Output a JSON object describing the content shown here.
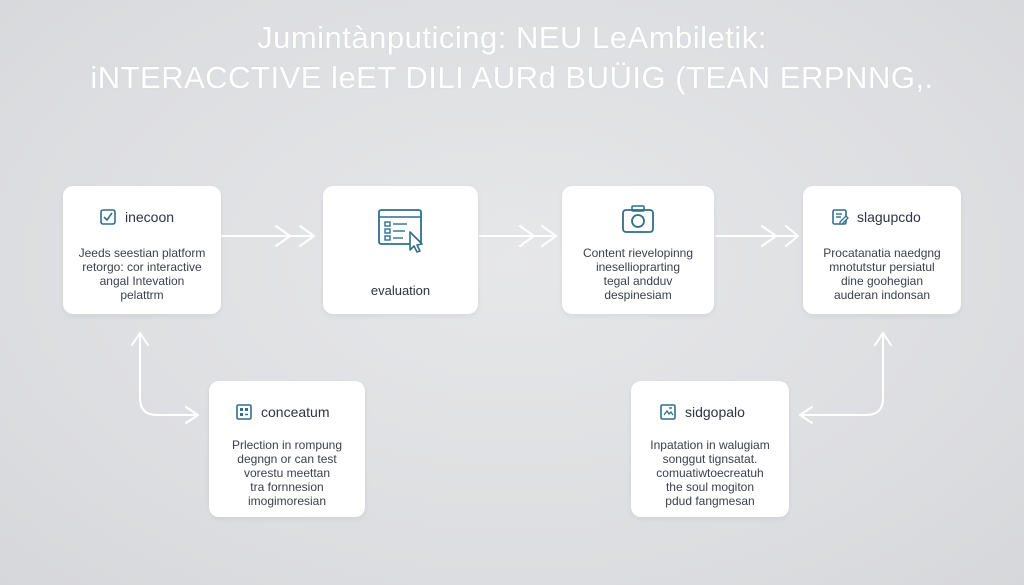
{
  "title": {
    "line1": "Jumintànputicing: NEU LeAmbiletik:",
    "line2": "iNTERACCTIVE leET DILI AURd BUÜIG (TEAN ERPNNG,."
  },
  "colors": {
    "accent": "#2f6f8a",
    "arrow": "#ffffff",
    "background": "#dcdde0"
  },
  "cards": {
    "inception": {
      "icon": "checkbox-icon",
      "label": "inecoon",
      "lines": [
        "Jeeds seestian platform",
        "retorgo: cor interactive",
        "angal Intevation",
        "pelattrm"
      ]
    },
    "evaluation": {
      "icon": "window-list-cursor-icon",
      "label": "evaluation"
    },
    "content": {
      "icon": "camera-icon",
      "lines": [
        "Content rievelopinng",
        "inesellioprarting",
        "tegal andduv",
        "despinesiam"
      ]
    },
    "sldgupcdo": {
      "icon": "edit-document-icon",
      "label": "slagupcdo",
      "lines": [
        "Procatanatia naedgng",
        "mnotutstur persiatul",
        "dine goohegian",
        "auderan indonsan"
      ]
    },
    "conceatum": {
      "icon": "calendar-grid-icon",
      "label": "conceatum",
      "lines": [
        "Prlection in rompung",
        "degngn or can test",
        "vorestu meettan",
        "tra fornnesion",
        "imogimoresian"
      ]
    },
    "sidgopalo": {
      "icon": "image-edit-icon",
      "label": "sidgopalo",
      "lines": [
        "Inpatation in walugiam",
        "songgut tignsatat.",
        "comuatiwtoecreatuh",
        "the soul mogiton",
        "pdud fangmesan"
      ]
    }
  }
}
